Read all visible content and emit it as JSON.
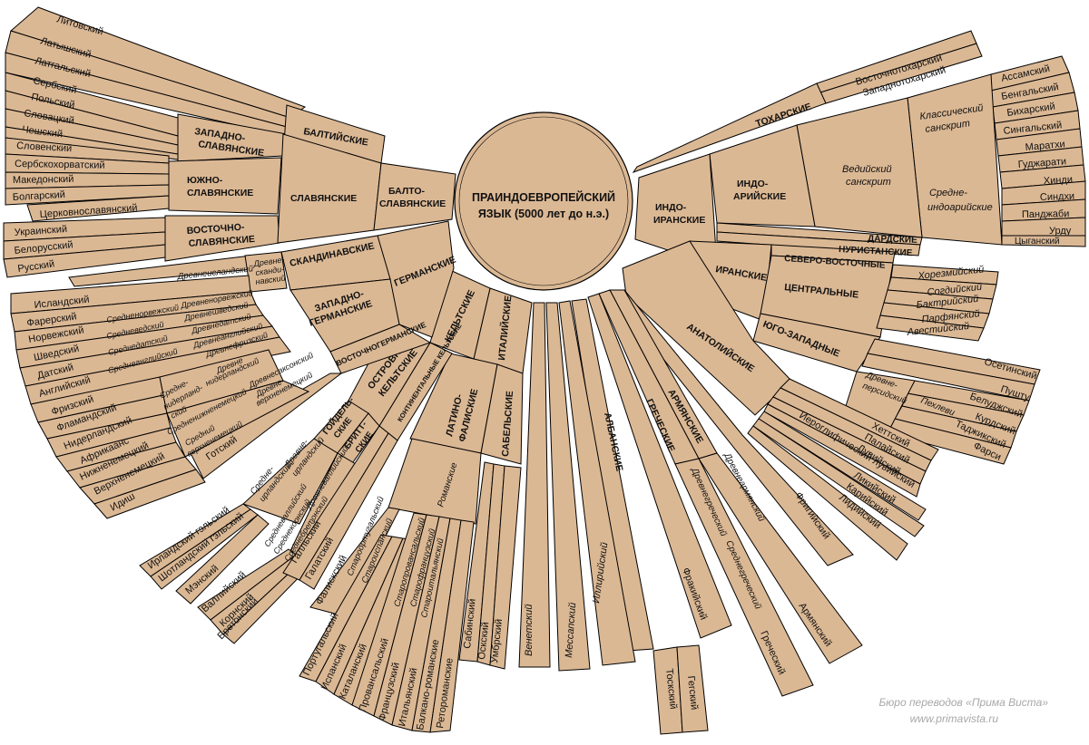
{
  "root": {
    "line1": "ПРАИНДОЕВРОПЕЙСКИЙ",
    "line2": "ЯЗЫК (5000 лет до н.э.)"
  },
  "credit": {
    "line1": "Бюро переводов «Прима Виста»",
    "line2": "www.primavista.ru"
  },
  "colors": {
    "fill": "#dbb894",
    "line": "#000000",
    "credit": "#a8a8a8"
  },
  "groups": {
    "baltic": "БАЛТИЙСКИЕ",
    "west_slavic": [
      "ЗАПАДНО-",
      "СЛАВЯНСКИЕ"
    ],
    "south_slavic": [
      "ЮЖНО-",
      "СЛАВЯНСКИЕ"
    ],
    "east_slavic": [
      "ВОСТОЧНО-",
      "СЛАВЯНСКИЕ"
    ],
    "slavic": "СЛАВЯНСКИЕ",
    "balto_slavic": [
      "БАЛТО-",
      "СЛАВЯНСКИЕ"
    ],
    "tocharian": "ТОХАРСКИЕ",
    "indo_iranian": [
      "ИНДО-",
      "ИРАНСКИЕ"
    ],
    "indo_aryan": [
      "ИНДО-",
      "АРИЙСКИЕ"
    ],
    "dardic": "ДАРДСКИЕ",
    "nuristani": "НУРИСТАНСКИЕ",
    "iranian": "ИРАНСКИЕ",
    "north_eastern": "СЕВЕРО-ВОСТОЧНЫЕ",
    "central": "ЦЕНТРАЛЬНЫЕ",
    "south_western": "ЮГО-ЗАПАДНЫЕ",
    "anatolian": "АНАТОЛИЙСКИЕ",
    "germanic": "ГЕРМАНСКИЕ",
    "scandinavian": "СКАНДИНАВСКИЕ",
    "west_germanic": [
      "ЗАПАДНО-",
      "ГЕРМАНСКИЕ"
    ],
    "east_germanic": "ВОСТОЧНОГЕРМАНСКИЕ",
    "celtic": "КЕЛЬТСКИЕ",
    "insular_celtic": [
      "ОСТРОВНЫЕ",
      "КЕЛЬТСКИЕ"
    ],
    "continental_celtic": "КОНТИНЕНТАЛЬНЫЕ КЕЛЬТСКИЕ",
    "goidelic": [
      "ГОЙДЕЛЬ-",
      "СКИЕ"
    ],
    "brittonic": [
      "БРИТТ-",
      "СКИЕ"
    ],
    "italic": "ИТАЛИЙСКИЕ",
    "latino_faliscan": [
      "ЛАТИНО-",
      "ФАЛИСКИЕ"
    ],
    "sabellic": "САБЕЛЬСКИЕ",
    "albanian": "АЛБАНСКИЕ",
    "greek": "ГРЕЧЕСКИЕ",
    "armenian": "АРМЯНСКИЕ"
  },
  "intermediates": {
    "vedic": [
      "Ведийский",
      "санскрит"
    ],
    "classical": [
      "Классический",
      "санскрит"
    ],
    "middle_indo_aryan": [
      "Средне-",
      "индоарийские"
    ],
    "old_persian": [
      "Древне-",
      "персидский"
    ],
    "pahlavi": "Пехлеви",
    "old_norse": "Древнеисландский",
    "old_scand": [
      "Древне-",
      "сканди-",
      "навский"
    ],
    "middle_norwegian": "Средненорвежский",
    "old_norwegian": "Древненорвежский",
    "middle_swedish": "Средневедский",
    "old_swedish": "Древнешведский",
    "middle_danish": "Среднедатский",
    "old_danish": "Древнедатский",
    "middle_english": "Среднеанглийский",
    "old_english": "Древнеанглийский",
    "old_frisian": "Древнефризский",
    "middle_dutch": [
      "Средне-",
      "нидерланд-",
      "ский"
    ],
    "old_dutch": [
      "Древне",
      "нидерландский"
    ],
    "old_saxon": "Древнесаксонский",
    "middle_low_german": "Средненижненемецкий",
    "old_high_german": [
      "Древне-",
      "верхненемецкий"
    ],
    "middle_high_german": [
      "Средний",
      "верхненемецкий"
    ],
    "middle_irish": [
      "Средне-",
      "ирландский"
    ],
    "old_irish": [
      "Древне-",
      "ирландский"
    ],
    "middle_welsh": "Средневаллийский",
    "old_welsh": "Древневаллийский",
    "middle_cornish": "Среднекорнский",
    "middle_breton": "Среднебретонский",
    "romance": "Романские",
    "old_portuguese": "Староортугальский",
    "old_spanish": "Староиспанский",
    "old_provencal": "Старопровансальский",
    "old_french": "Старофранцузский",
    "old_italian": "Староитальянский",
    "ancient_greek": "Древнегреческий",
    "middle_greek": "Среднегреческий",
    "old_armenian": "Древнеармянский"
  },
  "languages": {
    "baltic": [
      "Литовский",
      "Латышский",
      "Латгальский"
    ],
    "west_slavic": [
      "Сербский",
      "Польский",
      "Словацкий",
      "Чешский"
    ],
    "south_slavic": [
      "Словенский",
      "Сербскохорватский",
      "Македонский",
      "Болгарский",
      "Церковнославянский"
    ],
    "east_slavic": [
      "Украинский",
      "Белорусский",
      "Русский"
    ],
    "tocharian": [
      "Восточнотохарский",
      "Западнотохарский"
    ],
    "indo_aryan": [
      "Ассамский",
      "Бенгальский",
      "Бихарский",
      "Сингальский",
      "Маратхи",
      "Гуджарати",
      "Хинди",
      "Синдхи",
      "Панджаби",
      "Урду",
      "Цыганский"
    ],
    "central_iranian": [
      "Хорезмийский",
      "Согдийский",
      "Бактрийский",
      "Парфянский",
      "Авестийский"
    ],
    "sw_iranian": [
      "Осетинский",
      "Пушту",
      "Белуджский",
      "Курдский",
      "Таджикский",
      "Фарси"
    ],
    "anatolian": [
      "Хеттский",
      "Палайский",
      "Лувийский",
      "Иероглифический лувийский",
      "Ликийский",
      "Карийский",
      "Лидийский"
    ],
    "germanic": [
      "Исландский",
      "Фарерский",
      "Норвежский",
      "Шведский",
      "Датский",
      "Английский",
      "Фризский",
      "Фламандский",
      "Нидерландский",
      "Африкаанс",
      "Нижненемецкий",
      "Верхненемецкий",
      "Идиш"
    ],
    "gothic": "Готский",
    "celtic": [
      "Ирландский гэльский",
      "Шотландский гэльский",
      "Мэнский",
      "Валлийский",
      "Корнский",
      "Бретонский",
      "Галльский",
      "Галатский"
    ],
    "romance": [
      "Фалискский",
      "Португальский",
      "Испанский",
      "Каталанский",
      "Провансальский",
      "Французский",
      "Итальянский",
      "Балкано-романские",
      "Ретороманские"
    ],
    "sabellic": [
      "Сабинский",
      "Оскский",
      "Умбрский"
    ],
    "single_rays": [
      "Венетский",
      "Мессапский",
      "Иллирийский"
    ],
    "albanian": [
      "Тоскский",
      "Гегский"
    ],
    "greek_like": [
      "Фракийский",
      "Греческий",
      "Армянский",
      "Фригийский"
    ]
  }
}
